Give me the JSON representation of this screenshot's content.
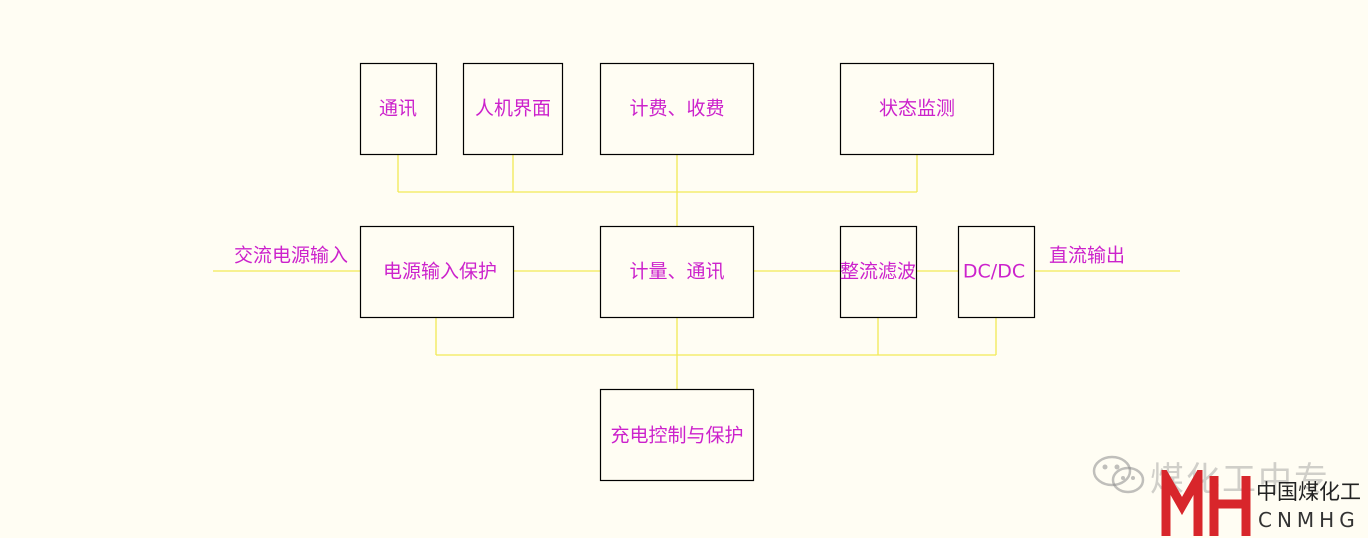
{
  "colors": {
    "background": "#fffdf3",
    "box_border": "#000000",
    "connector": "#f2ea55",
    "text": "#cc22cc",
    "logo_red": "#d8262b"
  },
  "blocks": {
    "comm": "通讯",
    "hmi": "人机界面",
    "billing": "计费、收费",
    "status_monitor": "状态监测",
    "power_input_protection": "电源输入保护",
    "metering_comm": "计量、通讯",
    "rectifier_filter": "整流滤波",
    "dcdc": "DC/DC",
    "charge_control": "充电控制与保护"
  },
  "external": {
    "ac_input": "交流电源输入",
    "dc_output": "直流输出"
  },
  "watermark": {
    "text": "煤化工中专",
    "logo_cn": "中国煤化工",
    "logo_en": "CNMHG"
  }
}
